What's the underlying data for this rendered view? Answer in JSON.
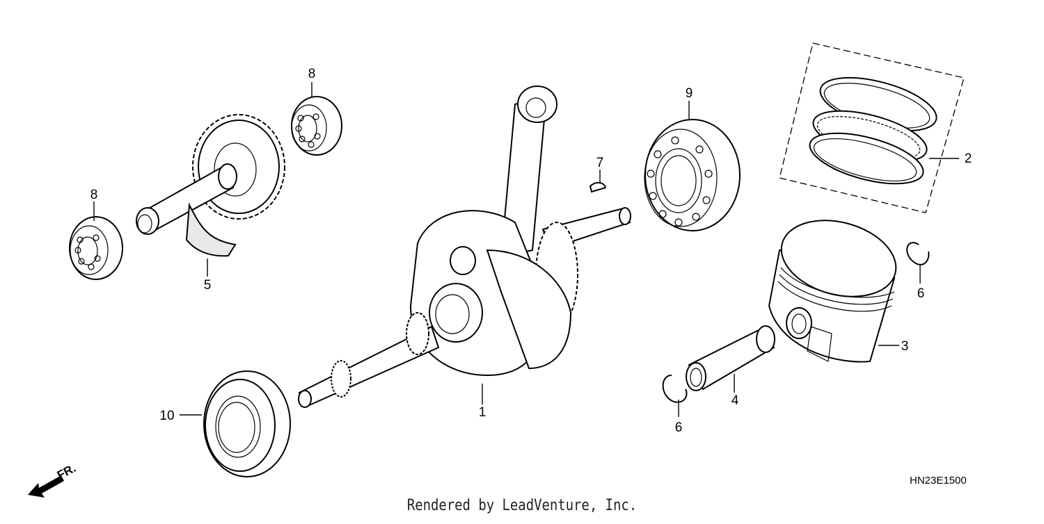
{
  "diagram": {
    "callouts": [
      {
        "id": "1",
        "label": "1"
      },
      {
        "id": "2",
        "label": "2"
      },
      {
        "id": "3",
        "label": "3"
      },
      {
        "id": "4",
        "label": "4"
      },
      {
        "id": "5",
        "label": "5"
      },
      {
        "id": "6a",
        "label": "6"
      },
      {
        "id": "6b",
        "label": "6"
      },
      {
        "id": "7",
        "label": "7"
      },
      {
        "id": "8a",
        "label": "8"
      },
      {
        "id": "8b",
        "label": "8"
      },
      {
        "id": "9",
        "label": "9"
      },
      {
        "id": "10",
        "label": "10"
      }
    ],
    "front_indicator": "FR.",
    "diagram_code": "HN23E1500",
    "credit": "Rendered by LeadVenture, Inc."
  }
}
